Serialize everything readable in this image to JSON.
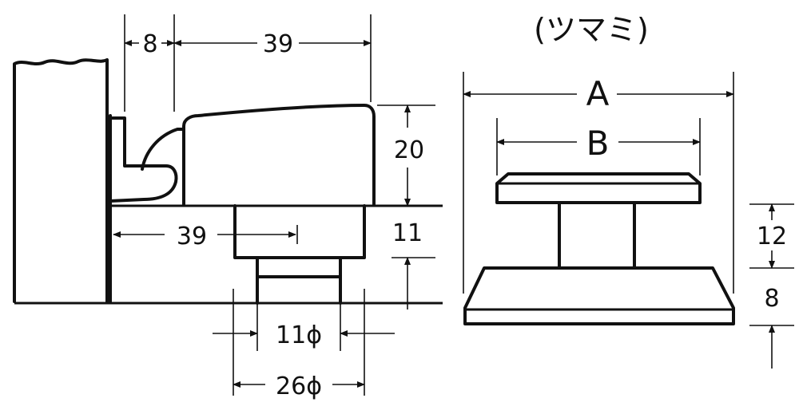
{
  "title": "(ツマミ)",
  "left_view": {
    "dim_top_left": "8",
    "dim_top_right": "39",
    "dim_height_upper": "20",
    "dim_height_lower": "11",
    "dim_inner_width": "39",
    "dim_hole_small": "11ϕ",
    "dim_hole_large": "26ϕ"
  },
  "right_view": {
    "dim_a": "A",
    "dim_b": "B",
    "dim_stem_height": "12",
    "dim_base_height": "8"
  }
}
